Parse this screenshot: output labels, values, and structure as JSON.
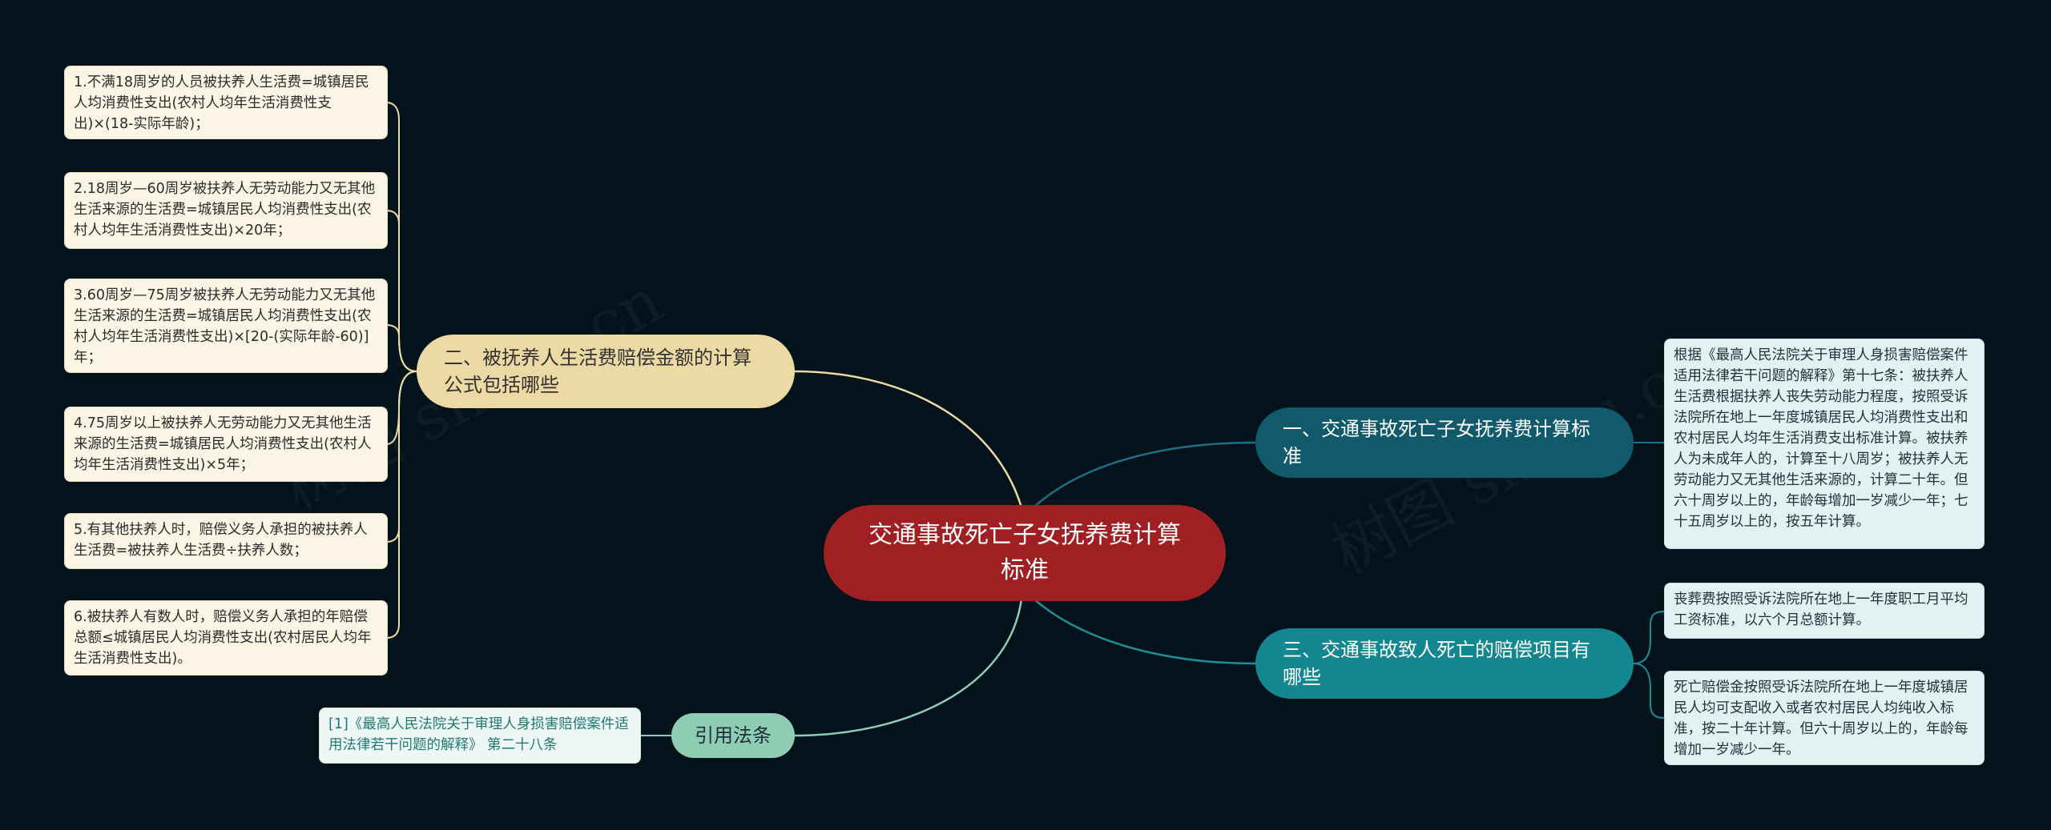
{
  "watermarks": [
    "树图 shutu.cn",
    "树图 shutu.cn"
  ],
  "root": {
    "title": "交通事故死亡子女抚养费计算标准"
  },
  "branches": {
    "left": {
      "label": "二、被抚养人生活费赔偿金额的计算公式包括哪些",
      "items": [
        "1.不满18周岁的人员被扶养人生活费=城镇居民人均消费性支出(农村人均年生活消费性支出)×(18-实际年龄)；",
        "2.18周岁—60周岁被扶养人无劳动能力又无其他生活来源的生活费=城镇居民人均消费性支出(农村人均年生活消费性支出)×20年；",
        "3.60周岁—75周岁被扶养人无劳动能力又无其他生活来源的生活费=城镇居民人均消费性支出(农村人均年生活消费性支出)×[20-(实际年龄-60)]年；",
        "4.75周岁以上被扶养人无劳动能力又无其他生活来源的生活费=城镇居民人均消费性支出(农村人均年生活消费性支出)×5年；",
        "5.有其他扶养人时，赔偿义务人承担的被扶养人生活费=被扶养人生活费÷扶养人数；",
        "6.被扶养人有数人时，赔偿义务人承担的年赔偿总额≤城镇居民人均消费性支出(农村居民人均年生活消费性支出)。"
      ]
    },
    "right1": {
      "label": "一、交通事故死亡子女抚养费计算标准",
      "items": [
        "根据《最高人民法院关于审理人身损害赔偿案件适用法律若干问题的解释》第十七条：被扶养人生活费根据扶养人丧失劳动能力程度，按照受诉法院所在地上一年度城镇居民人均消费性支出和农村居民人均年生活消费支出标准计算。被扶养人为未成年人的，计算至十八周岁；被扶养人无劳动能力又无其他生活来源的，计算二十年。但六十周岁以上的，年龄每增加一岁减少一年；七十五周岁以上的，按五年计算。"
      ]
    },
    "right3": {
      "label": "三、交通事故致人死亡的赔偿项目有哪些",
      "items": [
        "丧葬费按照受诉法院所在地上一年度职工月平均工资标准，以六个月总额计算。",
        "死亡赔偿金按照受诉法院所在地上一年度城镇居民人均可支配收入或者农村居民人均纯收入标准，按二十年计算。但六十周岁以上的，年龄每增加一岁减少一年。"
      ]
    },
    "cite": {
      "label": "引用法条",
      "items": [
        "[1]《最高人民法院关于审理人身损害赔偿案件适用法律若干问题的解释》 第二十八条"
      ]
    }
  },
  "colors": {
    "background": "#03121b",
    "root": "#a01f23",
    "left_branch": "#ecd9a3",
    "right1_branch": "#105a6c",
    "right3_branch": "#13878f",
    "cite_branch": "#8ecdb4",
    "left_link": "#ecd9a3",
    "right1_link": "#1d6f83",
    "right3_link": "#1d8e95"
  }
}
